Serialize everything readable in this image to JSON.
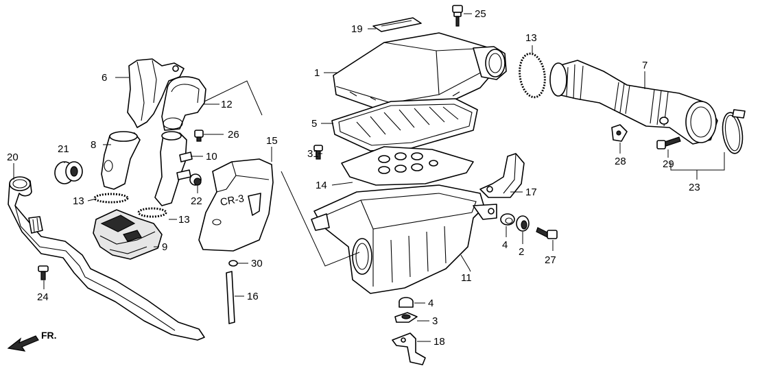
{
  "diagram": {
    "type": "exploded-parts-diagram",
    "direction_label": "FR.",
    "callouts": {
      "c1": "1",
      "c2": "2",
      "c3": "3",
      "c4a": "4",
      "c4b": "4",
      "c5": "5",
      "c6": "6",
      "c7": "7",
      "c8": "8",
      "c9": "9",
      "c10": "10",
      "c11": "11",
      "c12": "12",
      "c13a": "13",
      "c13b": "13",
      "c13c": "13",
      "c14": "14",
      "c15": "15",
      "c16": "16",
      "c17": "17",
      "c18": "18",
      "c19": "19",
      "c20": "20",
      "c21": "21",
      "c22": "22",
      "c23": "23",
      "c24": "24",
      "c25": "25",
      "c26": "26",
      "c27": "27",
      "c28": "28",
      "c29": "29",
      "c30": "30",
      "c31": "31"
    },
    "part_markings": {
      "resonator_label": "CR-3"
    }
  }
}
